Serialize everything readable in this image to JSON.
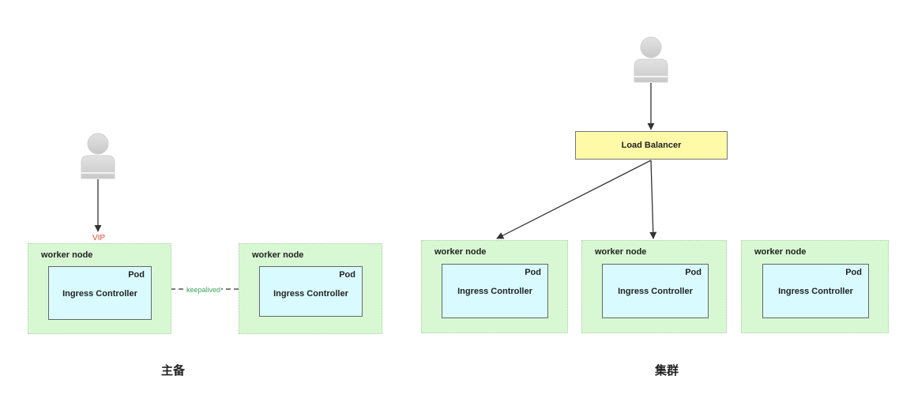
{
  "diagram": {
    "left": {
      "vip_label": "VIP",
      "keepalive_label": "keepalived",
      "caption": "主备",
      "nodes": [
        {
          "label": "worker node",
          "pod_label": "Pod",
          "controller_label": "Ingress Controller"
        },
        {
          "label": "worker node",
          "pod_label": "Pod",
          "controller_label": "Ingress Controller"
        }
      ]
    },
    "right": {
      "load_balancer_label": "Load Balancer",
      "caption": "集群",
      "nodes": [
        {
          "label": "worker node",
          "pod_label": "Pod",
          "controller_label": "Ingress Controller"
        },
        {
          "label": "worker node",
          "pod_label": "Pod",
          "controller_label": "Ingress Controller"
        },
        {
          "label": "worker node",
          "pod_label": "Pod",
          "controller_label": "Ingress Controller"
        }
      ]
    },
    "icons": [
      "user-icon",
      "user-icon"
    ],
    "colors": {
      "node_fill": "#d8f8d3",
      "pod_fill": "#d9fbff",
      "load_balancer_fill": "#fffaa8",
      "vip_text": "#e4492e",
      "keepalive_text": "#3aa35a"
    }
  }
}
